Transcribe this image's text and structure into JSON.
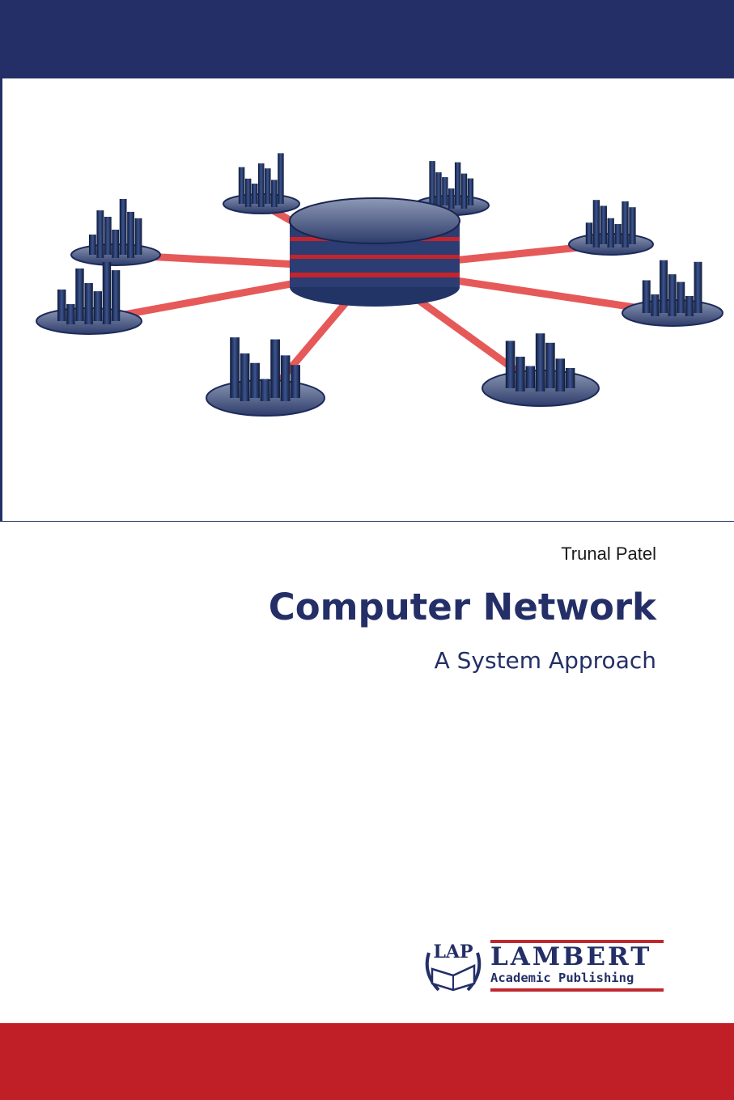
{
  "cover": {
    "author": "Trunal Patel",
    "title": "Computer Network",
    "subtitle": "A System Approach"
  },
  "publisher": {
    "logo_initials": "LAP",
    "name": "LAMBERT",
    "tagline": "Academic Publishing"
  },
  "colors": {
    "navy": "#232f66",
    "red": "#c01f27"
  },
  "illustration": "network-hub-icon"
}
